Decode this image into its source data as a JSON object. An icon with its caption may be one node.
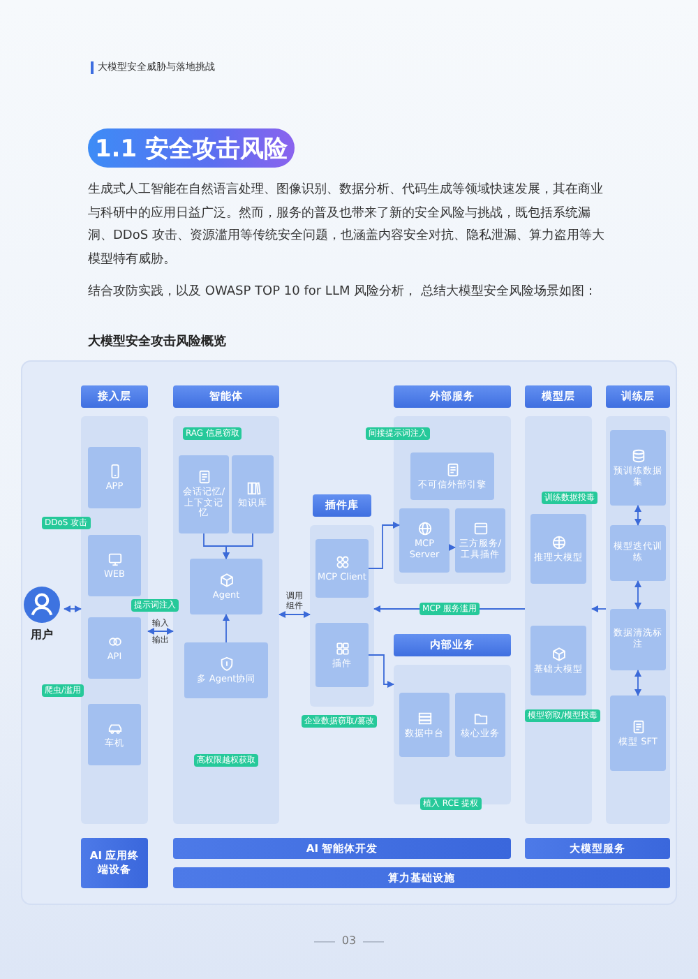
{
  "diagram": {
    "title": "1.1 安全攻击风险",
    "nodes": [
      {
        "text": [
          "接入层"
        ]
      },
      {
        "text": [
          "APP"
        ],
        "in": 0
      },
      {
        "text": [
          "WEB"
        ],
        "in": 0
      },
      {
        "text": [
          "API"
        ],
        "in": 0
      },
      {
        "text": [
          "车机"
        ],
        "in": 0
      },
      {
        "text": [
          "智能体"
        ]
      },
      {
        "text": [
          "会话记忆/上下文记忆"
        ],
        "in": 5
      },
      {
        "text": [
          "知识库"
        ],
        "in": 5
      },
      {
        "text": [
          "Agent"
        ],
        "in": 5
      },
      {
        "text": [
          "多 Agent协同"
        ],
        "in": 5
      },
      {
        "text": [
          "插件库"
        ]
      },
      {
        "text": [
          "MCP Client"
        ],
        "in": 10
      },
      {
        "text": [
          "插件"
        ],
        "in": 10
      },
      {
        "text": [
          "外部服务"
        ]
      },
      {
        "text": [
          "不可信外部引擎"
        ],
        "in": 13
      },
      {
        "text": [
          "MCP Server"
        ],
        "in": 13
      },
      {
        "text": [
          "三方服务/工具插件"
        ],
        "in": 13
      },
      {
        "text": [
          "内部业务"
        ]
      },
      {
        "text": [
          "数据中台"
        ],
        "in": 17
      },
      {
        "text": [
          "核心业务"
        ],
        "in": 17
      },
      {
        "text": [
          "模型层"
        ]
      },
      {
        "text": [
          "推理大模型"
        ],
        "in": 20
      },
      {
        "text": [
          "基础大模型"
        ],
        "in": 20
      },
      {
        "text": [
          "训练层"
        ]
      },
      {
        "text": [
          "预训练数据集"
        ],
        "in": 23
      },
      {
        "text": [
          "模型迭代训练"
        ],
        "in": 23
      },
      {
        "text": [
          "数据清洗标注"
        ],
        "in": 23
      },
      {
        "text": [
          "模型 SFT"
        ],
        "in": 23
      },
      {
        "text": [
          "用户"
        ]
      },
      {
        "text": [
          "AI 应用终端设备"
        ]
      },
      {
        "text": [
          "AI 智能体开发"
        ]
      },
      {
        "text": [
          "大模型服务"
        ]
      },
      {
        "text": [
          "算力基础设施"
        ]
      }
    ],
    "edges": [
      {
        "from": 28,
        "to": 0,
        "arrow": "both"
      },
      {
        "from": 0,
        "to": 5,
        "arrow": "both",
        "label": "输入"
      },
      {
        "from": 6,
        "to": 8,
        "arrow": "to"
      },
      {
        "from": 7,
        "to": 8,
        "arrow": "to"
      },
      {
        "from": 9,
        "to": 8,
        "arrow": "to"
      },
      {
        "from": 5,
        "to": 10,
        "arrow": "both",
        "label": "调用组件"
      },
      {
        "from": 11,
        "to": 15,
        "arrow": "to"
      },
      {
        "from": 15,
        "to": 16,
        "arrow": "to"
      },
      {
        "from": 12,
        "to": 17,
        "arrow": "to"
      },
      {
        "from": 20,
        "to": 10,
        "arrow": "to",
        "label": "MCP 服务滥用"
      },
      {
        "from": 23,
        "to": 20,
        "arrow": "to"
      },
      {
        "from": 24,
        "to": 25,
        "arrow": "both"
      },
      {
        "from": 25,
        "to": 26,
        "arrow": "both"
      },
      {
        "from": 26,
        "to": 27,
        "arrow": "both"
      }
    ],
    "labels": [
      "大模型安全威胁与落地挑战",
      "生成式人工智能在自然语言处理、图像识别、数据分析、代码生成等领域快速发展，其在商业与科研中的应用日益广泛。然而，服务的普及也带来了新的安全风险与挑战，既包括系统漏洞、DDoS 攻击、资源滥用等传统安全问题，也涵盖内容安全对抗、隐私泄漏、算力盗用等大模型特有威胁。",
      "结合攻防实践，以及 OWASP TOP 10 for LLM 风险分析， 总结大模型安全风险场景如图：",
      "大模型安全攻击风险概览",
      "RAG 信息窃取",
      "间接提示词注入",
      "训练数据投毒",
      "DDoS 攻击",
      "提示词注入",
      "输出",
      "爬虫/滥用",
      "企业数据窃取/篡改",
      "模型窃取/模型投毒",
      "高权限越权获取",
      "植入 RCE 提权",
      "03"
    ]
  }
}
